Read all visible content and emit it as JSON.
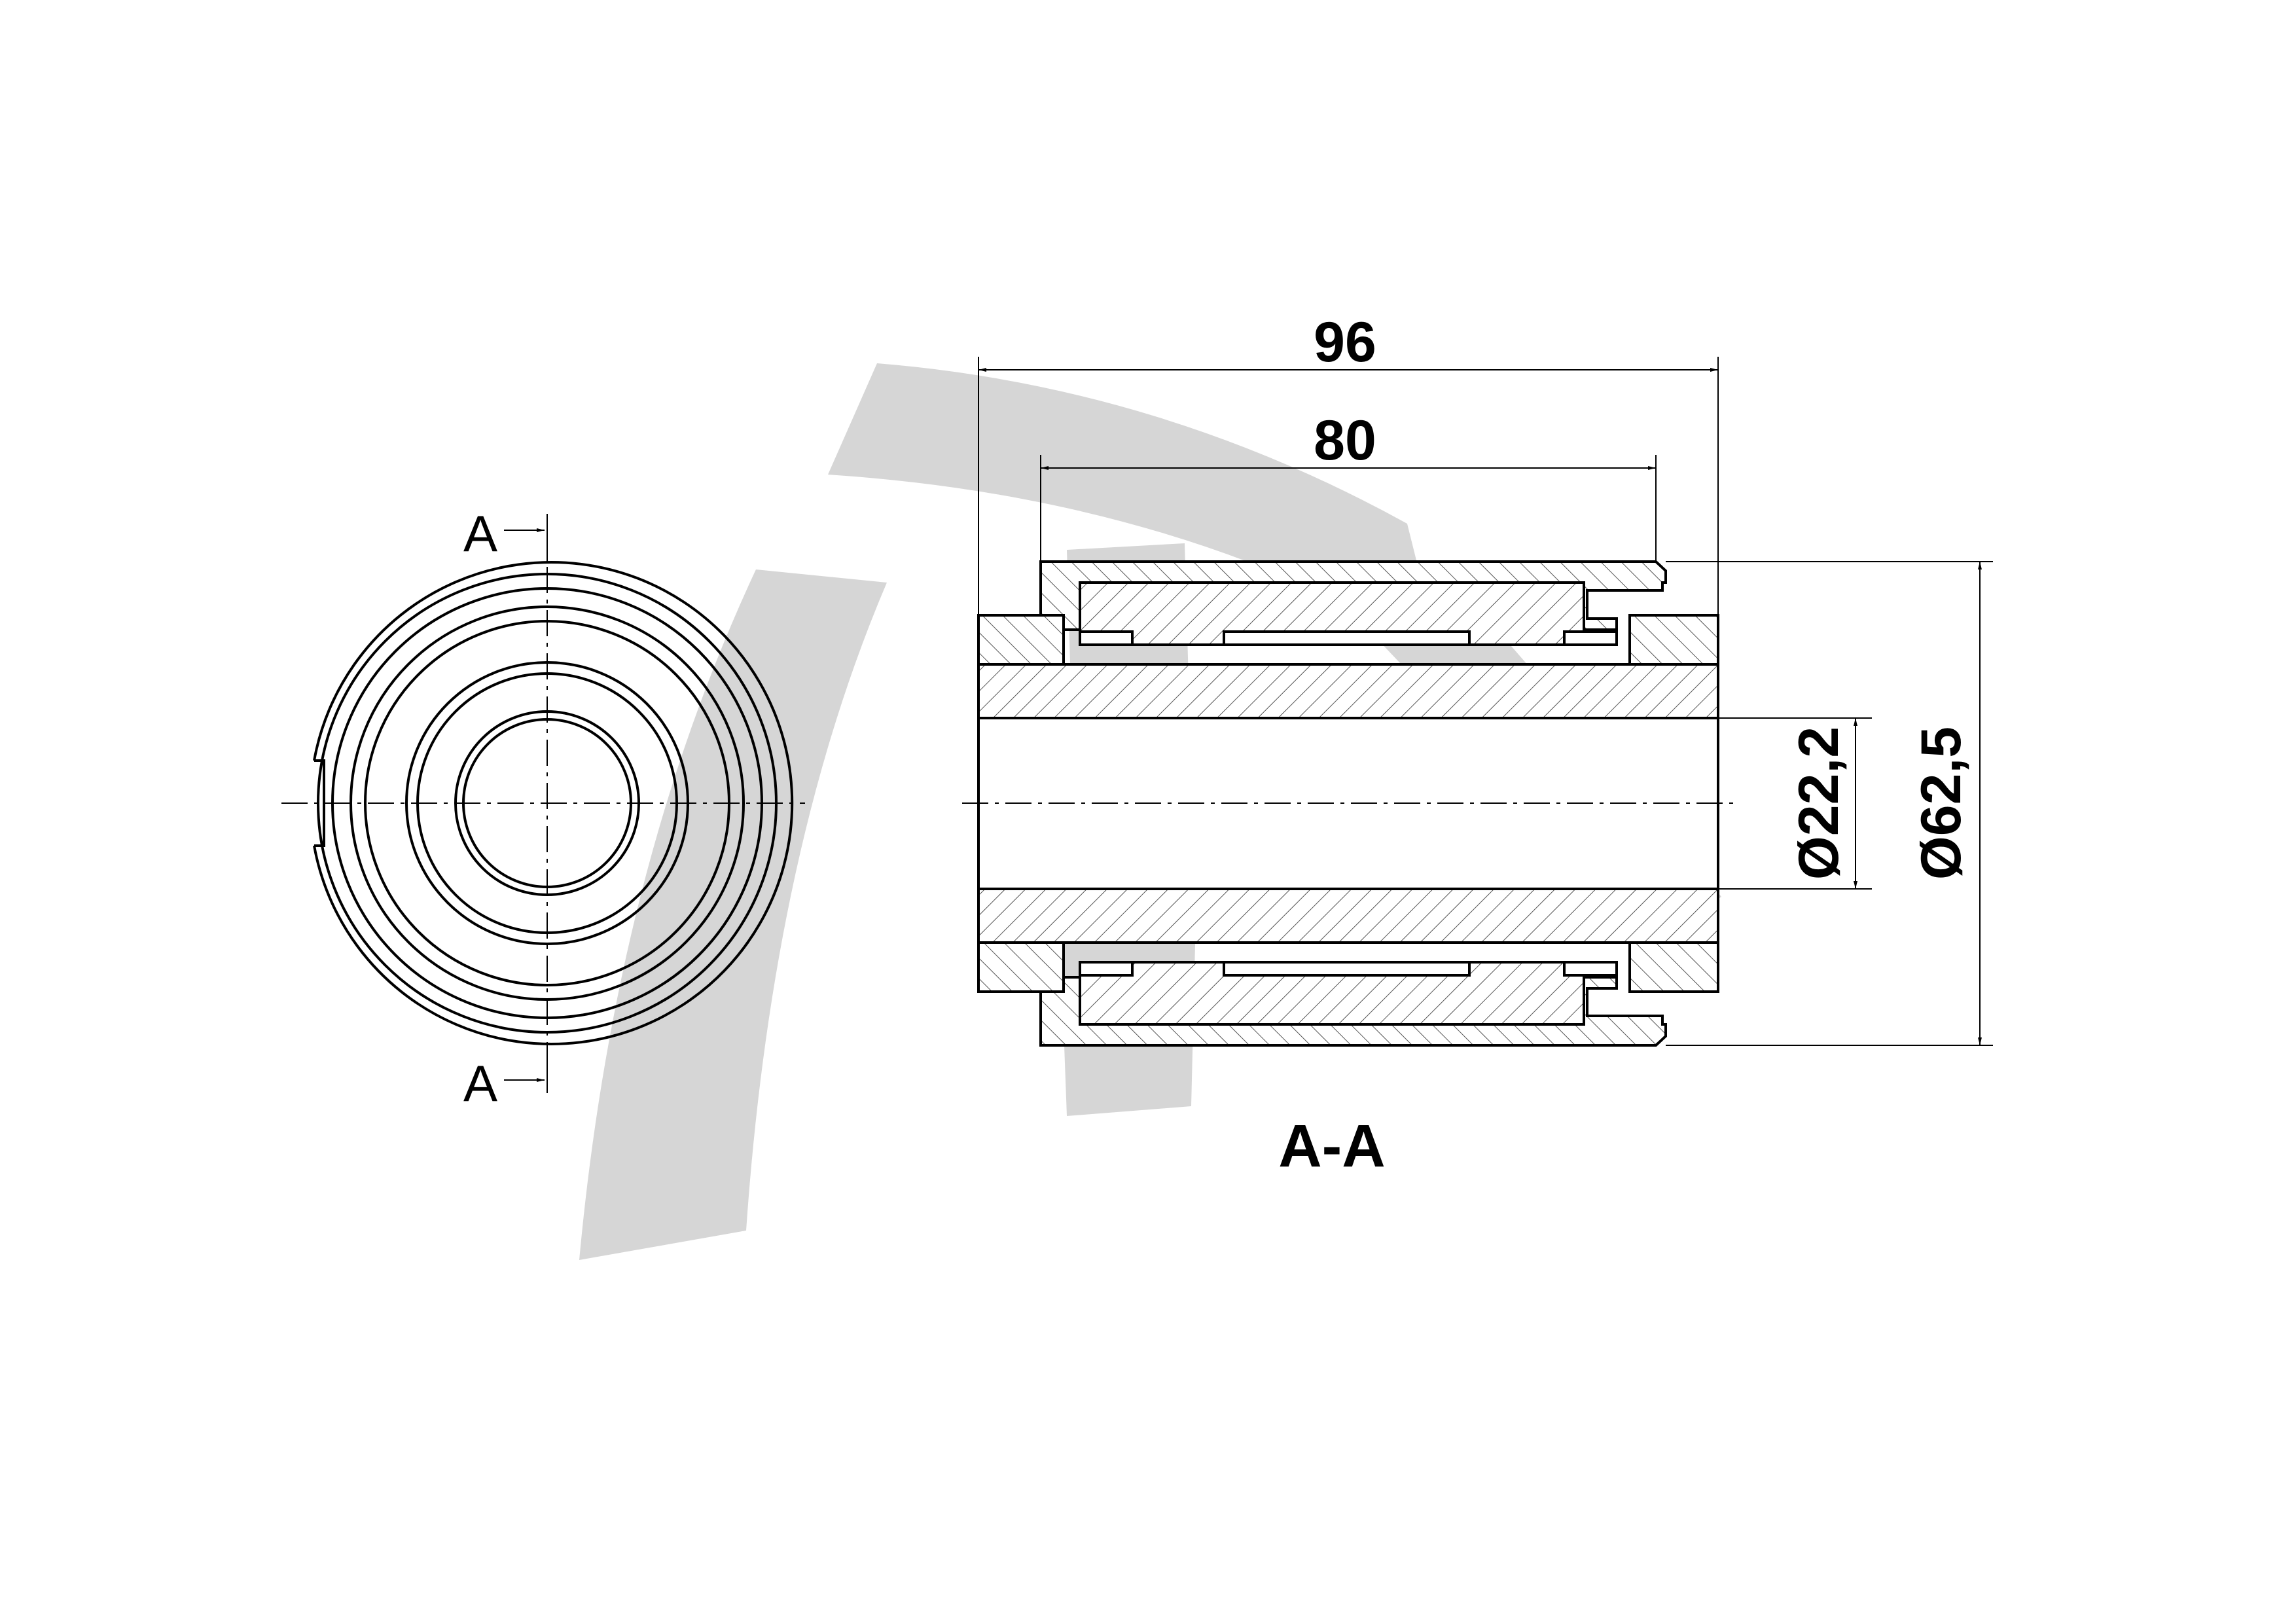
{
  "drawing": {
    "section_marker_label": "A",
    "section_view_label": "A-A",
    "dimensions": {
      "overall_length": "96",
      "inner_length": "80",
      "inner_diameter": "Ø22,2",
      "outer_diameter": "Ø62,5"
    },
    "colors": {
      "line": "#000000",
      "watermark": "#d6d6d6",
      "background": "#ffffff"
    }
  }
}
